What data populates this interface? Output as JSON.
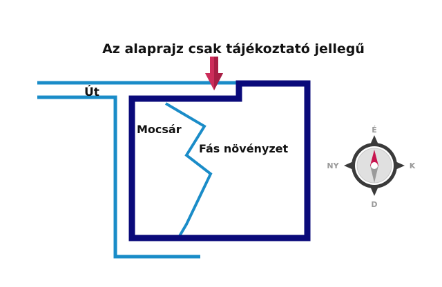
{
  "title": "Az alaprajz csak tájékoztató jellegű",
  "labels": {
    "road": "Út",
    "swamp": "Mocsár",
    "woodland": "Fás növényzet"
  },
  "compass": {
    "north": "É",
    "east": "K",
    "south": "D",
    "west": "NY"
  },
  "colors": {
    "road": "#1a8cc8",
    "building": "#0a0a7a",
    "arrow": "#cc2d5a",
    "compass_ring": "#3a3a3a",
    "needle_north": "#c8144e",
    "needle_south": "#9a9a9a"
  }
}
